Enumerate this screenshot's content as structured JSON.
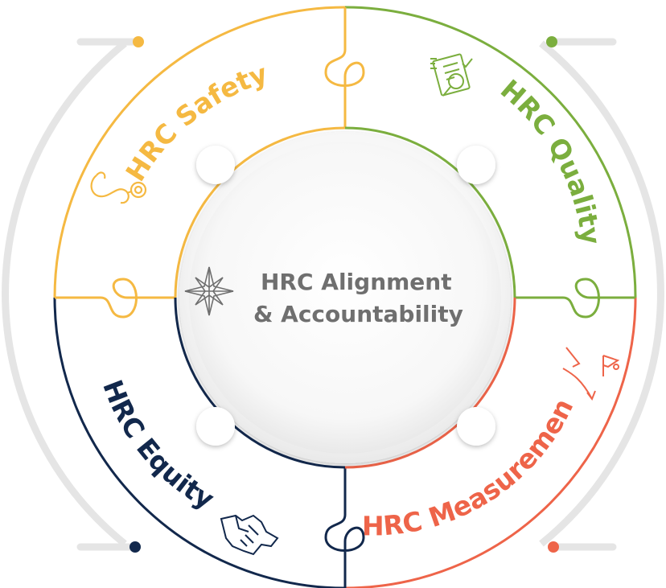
{
  "center": {
    "line1": "HRC Alignment",
    "line2": "& Accountability",
    "icon": "compass-rose-icon"
  },
  "segments": [
    {
      "id": "safety",
      "label": "HRC Safety",
      "color": "#F5B942",
      "icon": "stethoscope-icon"
    },
    {
      "id": "quality",
      "label": "HRC Quality",
      "color": "#7BAE3E",
      "icon": "quality-review-icon"
    },
    {
      "id": "measurement",
      "label": "HRC Measurement",
      "color": "#EE6449",
      "icon": "flag-trajectory-icon"
    },
    {
      "id": "equity",
      "label": "HRC Equity",
      "color": "#12284C",
      "icon": "handshake-icon"
    }
  ],
  "colors": {
    "bracket": "#E5E5E5",
    "inner_shadow": "#D6D6D6"
  }
}
